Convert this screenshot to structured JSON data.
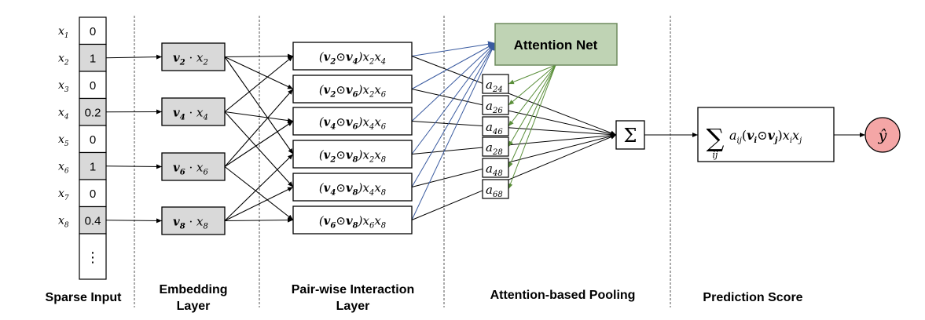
{
  "title": "Attentional Factorization Machine architecture",
  "colors": {
    "box_stroke": "#000000",
    "active_cell_fill": "#d9d9d9",
    "embedding_fill": "#d9d9d9",
    "attention_net_fill": "#bfd3b4",
    "attention_net_stroke": "#6e8b5e",
    "to_attention_arrow": "#3a5ba0",
    "from_attention_arrow": "#5a8f3a",
    "output_fill": "#f4a6a6",
    "separator": "#555555"
  },
  "sparse_input": {
    "label": "Sparse Input",
    "cells": [
      {
        "var": "x",
        "sub": "1",
        "value": "0",
        "active": false
      },
      {
        "var": "x",
        "sub": "2",
        "value": "1",
        "active": true
      },
      {
        "var": "x",
        "sub": "3",
        "value": "0",
        "active": false
      },
      {
        "var": "x",
        "sub": "4",
        "value": "0.2",
        "active": true
      },
      {
        "var": "x",
        "sub": "5",
        "value": "0",
        "active": false
      },
      {
        "var": "x",
        "sub": "6",
        "value": "1",
        "active": true
      },
      {
        "var": "x",
        "sub": "7",
        "value": "0",
        "active": false
      },
      {
        "var": "x",
        "sub": "8",
        "value": "0.4",
        "active": true
      }
    ],
    "ellipsis": "⋮"
  },
  "embedding_layer": {
    "label_line1": "Embedding",
    "label_line2": "Layer",
    "items": [
      {
        "v": "v",
        "vsub": "2",
        "x": "x",
        "xsub": "2",
        "from_cell": 1
      },
      {
        "v": "v",
        "vsub": "4",
        "x": "x",
        "xsub": "4",
        "from_cell": 3
      },
      {
        "v": "v",
        "vsub": "6",
        "x": "x",
        "xsub": "6",
        "from_cell": 5
      },
      {
        "v": "v",
        "vsub": "8",
        "x": "x",
        "xsub": "8",
        "from_cell": 7
      }
    ]
  },
  "pairwise_layer": {
    "label_line1": "Pair-wise Interaction",
    "label_line2": "Layer",
    "items": [
      {
        "i": "2",
        "j": "4",
        "from": [
          0,
          1
        ]
      },
      {
        "i": "2",
        "j": "6",
        "from": [
          0,
          2
        ]
      },
      {
        "i": "4",
        "j": "6",
        "from": [
          1,
          2
        ]
      },
      {
        "i": "2",
        "j": "8",
        "from": [
          0,
          3
        ]
      },
      {
        "i": "4",
        "j": "8",
        "from": [
          1,
          3
        ]
      },
      {
        "i": "6",
        "j": "8",
        "from": [
          2,
          3
        ]
      }
    ]
  },
  "attention_pooling": {
    "label": "Attention-based Pooling",
    "attention_net_label": "Attention Net",
    "weights": [
      {
        "sym": "a",
        "sub": "24"
      },
      {
        "sym": "a",
        "sub": "26"
      },
      {
        "sym": "a",
        "sub": "46"
      },
      {
        "sym": "a",
        "sub": "28"
      },
      {
        "sym": "a",
        "sub": "48"
      },
      {
        "sym": "a",
        "sub": "68"
      }
    ],
    "sum_symbol": "Σ"
  },
  "prediction": {
    "label": "Prediction Score",
    "formula": {
      "sum": "∑",
      "sum_sub": "ij",
      "a": "a",
      "a_sub": "ij",
      "open": "(",
      "vi": "v",
      "vi_sub": "i",
      "odot": "⊙",
      "vj": "v",
      "vj_sub": "j",
      "close": ")",
      "xi": "x",
      "xi_sub": "i",
      "xj": "x",
      "xj_sub": "j"
    },
    "output": "ŷ"
  }
}
